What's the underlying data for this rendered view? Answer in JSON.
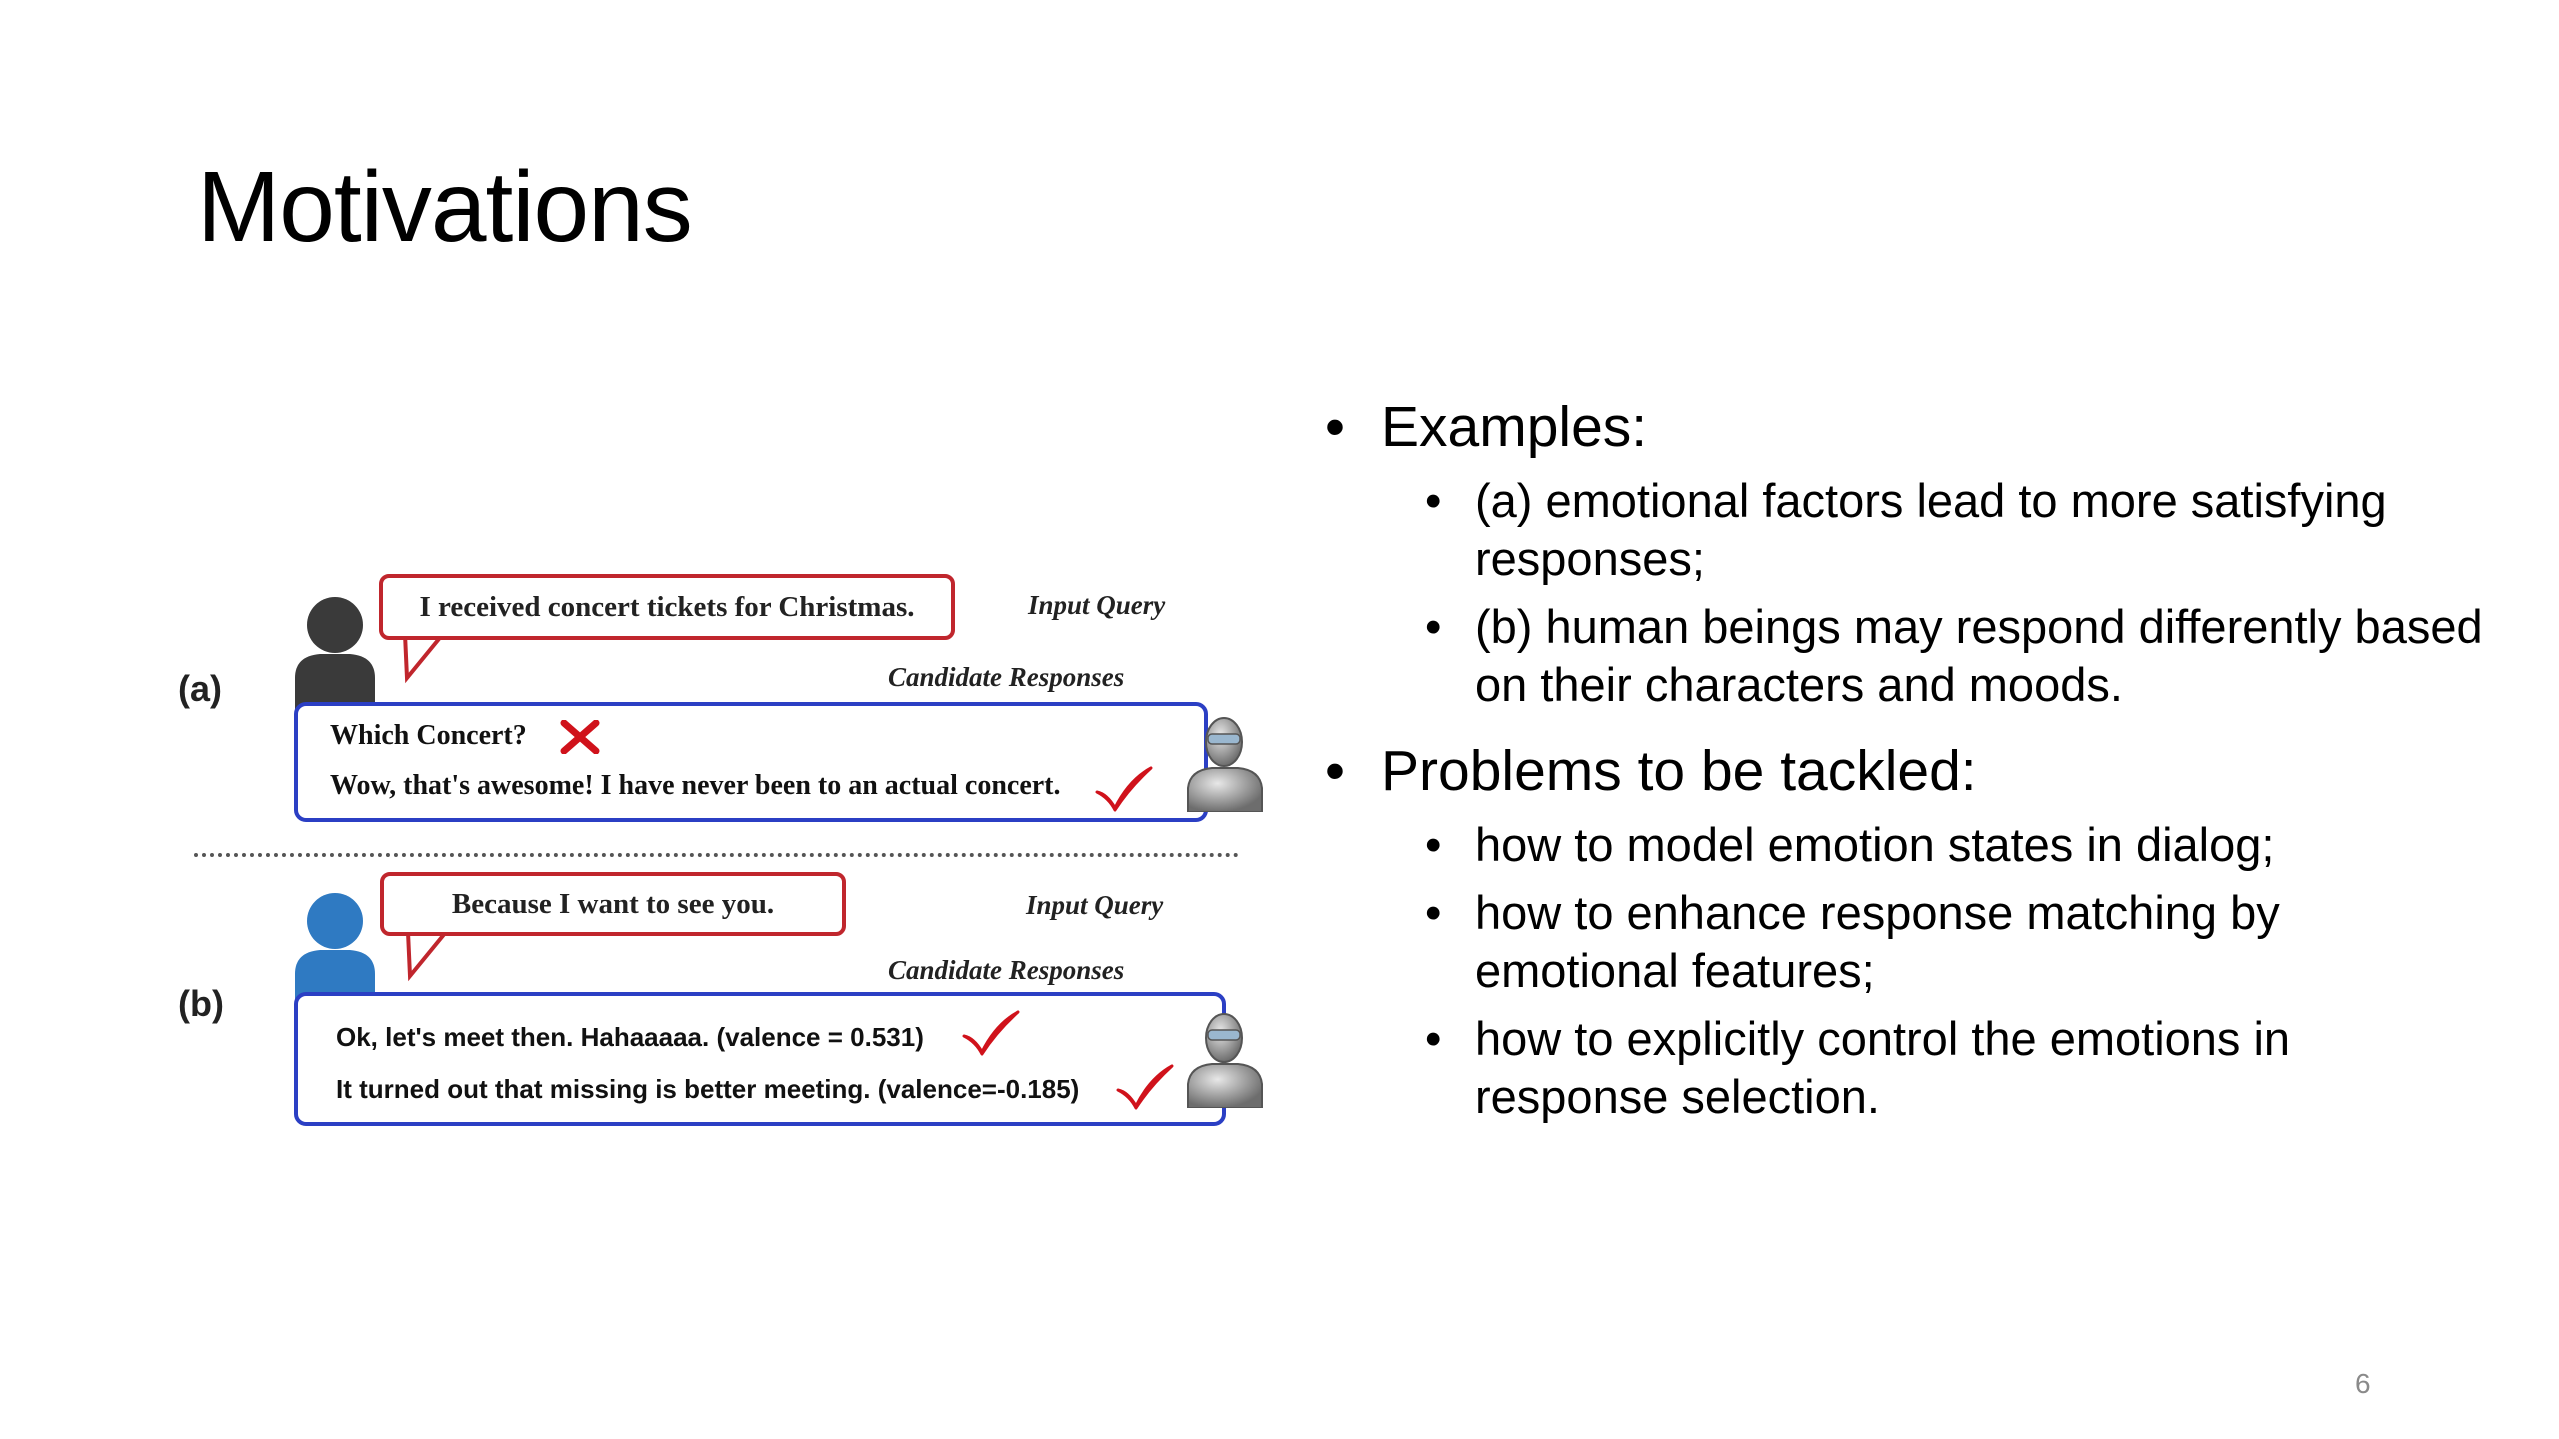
{
  "slide": {
    "title": "Motivations",
    "page_number": "6"
  },
  "figure": {
    "panel_a": {
      "label": "(a)",
      "query": "I received concert tickets for Christmas.",
      "input_tag": "Input Query",
      "candidates_tag": "Candidate Responses",
      "responses": [
        {
          "text": "Which Concert?",
          "mark": "cross-icon"
        },
        {
          "text": "Wow, that's awesome! I have never been to an actual concert.",
          "mark": "check-icon"
        }
      ],
      "user_color": "#3a3a3a"
    },
    "panel_b": {
      "label": "(b)",
      "query": "Because I want to see you.",
      "input_tag": "Input Query",
      "candidates_tag": "Candidate Responses",
      "responses": [
        {
          "text": "Ok, let's meet then. Hahaaaaa. (valence = 0.531)",
          "mark": "check-icon"
        },
        {
          "text": "It turned out that missing is better meeting. (valence=-0.185)",
          "mark": "check-icon"
        }
      ],
      "user_color": "#2f7ac2"
    },
    "colors": {
      "query_border": "#c0262d",
      "response_border": "#2b3fc4",
      "check": "#d0121b",
      "cross": "#d0121b"
    }
  },
  "bullets": [
    {
      "text": "Examples:",
      "children": [
        "(a) emotional factors lead to more satisfying responses;",
        "(b) human beings may respond differently based on their characters and moods."
      ]
    },
    {
      "text": "Problems to be tackled:",
      "children": [
        "how to model emotion states in dialog;",
        "how to enhance response matching by emotional features;",
        "how to explicitly control the emotions in response selection."
      ]
    }
  ]
}
